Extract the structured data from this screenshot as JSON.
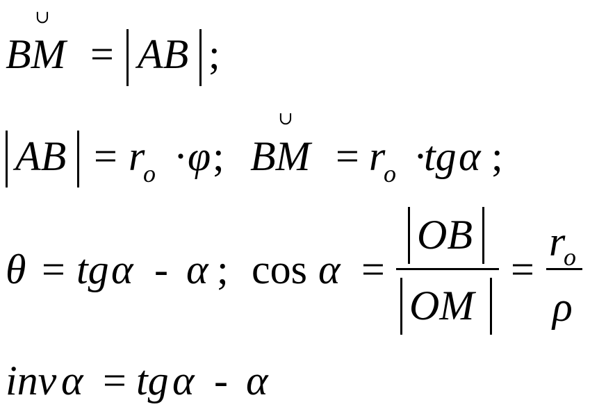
{
  "equations": {
    "eq1": {
      "arc_symbol": "∪",
      "lhs": "BM",
      "equals": "=",
      "rhs": "AB",
      "end": ";"
    },
    "eq2": {
      "lhs": "AB",
      "equals": "=",
      "r": "r",
      "r_sub": "o",
      "dot": "·",
      "phi": "φ",
      "sep": ";",
      "arc_symbol": "∪",
      "arc_lhs": "BM",
      "equals2": "=",
      "r2": "r",
      "r2_sub": "o",
      "dot2": "·",
      "tg": "tg",
      "alpha": "α",
      "end": ";"
    },
    "eq3": {
      "theta": "θ",
      "equals": "=",
      "tg": "tg",
      "alpha": "α",
      "minus": "-",
      "alpha2": "α",
      "sep": ";",
      "cos": "cos",
      "alpha3": "α",
      "equals2": "=",
      "num": "OB",
      "den": "OM",
      "equals3": "=",
      "r": "r",
      "r_sub": "o",
      "rho": "ρ"
    },
    "eq4": {
      "inv": "inv",
      "alpha": "α",
      "equals": "=",
      "tg": "tg",
      "alpha2": "α",
      "minus": "-",
      "alpha3": "α"
    }
  }
}
